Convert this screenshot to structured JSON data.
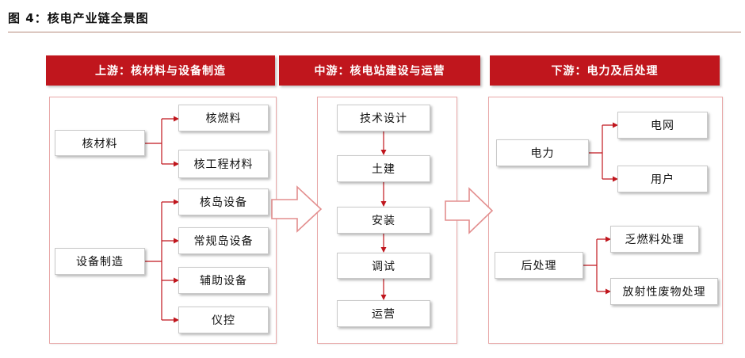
{
  "figure": {
    "title": "图 4：核电产业链全景图"
  },
  "upstream": {
    "header": "上游：核材料与设备制造",
    "groups": [
      {
        "label": "核材料",
        "children": [
          "核燃料",
          "核工程材料"
        ]
      },
      {
        "label": "设备制造",
        "children": [
          "核岛设备",
          "常规岛设备",
          "辅助设备",
          "仪控"
        ]
      }
    ]
  },
  "midstream": {
    "header": "中游：核电站建设与运营",
    "steps": [
      "技术设计",
      "土建",
      "安装",
      "调试",
      "运营"
    ]
  },
  "downstream": {
    "header": "下游：电力及后处理",
    "groups": [
      {
        "label": "电力",
        "children": [
          "电网",
          "用户"
        ]
      },
      {
        "label": "后处理",
        "children": [
          "乏燃料处理",
          "放射性废物处理"
        ]
      }
    ]
  },
  "colors": {
    "header_bg": "#c0161d",
    "connector": "#c0161d",
    "panel_border": "#e8a7a7"
  }
}
